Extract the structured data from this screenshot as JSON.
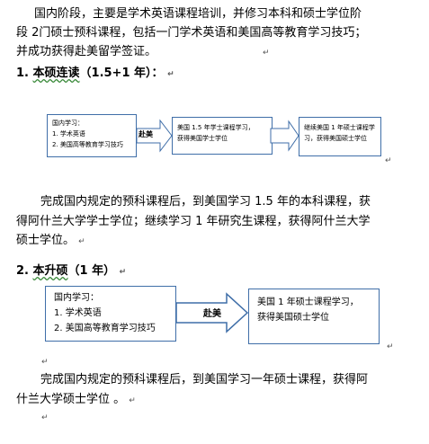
{
  "intro": {
    "line1": "国内阶段，主要是学术英语课程培训，并修习本科和硕士学位阶",
    "line2": "段 2门硕士预科课程，包括一门学术英语和美国高等教育学习技巧；",
    "line3": "并成功获得赴美留学签证。"
  },
  "section1": {
    "heading_num": "1.",
    "heading_text": "本硕连读",
    "heading_suffix": "（1.5+1 年）：",
    "box1": {
      "title": "国内学习：",
      "item1": "1. 学术英语",
      "item2": "2. 美国高等教育学习技巧"
    },
    "arrow1_label": "赴美",
    "box2": {
      "line1": "美国 1.5 年学士课程学习，",
      "line2": "获得美国学士学位"
    },
    "box3": {
      "line1": "继续美国 1 年硕士课程学",
      "line2": "习，获得美国硕士学位"
    },
    "para_line1": "完成国内规定的预科课程后，到美国学习 1.5 年的本科课程，获",
    "para_line2": "得阿什兰大学学士学位；继续学习 1 年研究生课程，获得阿什兰大学",
    "para_line3": "硕士学位。"
  },
  "section2": {
    "heading_num": "2.",
    "heading_text": "本升硕",
    "heading_suffix": "（1 年）",
    "box1": {
      "title": "国内学习：",
      "item1": "1. 学术英语",
      "item2": "2. 美国高等教育学习技巧"
    },
    "arrow_label": "赴美",
    "box2": {
      "line1": "美国 1 年硕士课程学习，",
      "line2": "获得美国硕士学位"
    },
    "para_line1": "完成国内规定的预科课程后，到美国学习一年硕士课程，获得阿",
    "para_line2": "什兰大学硕士学位 。"
  },
  "marks": {
    "para_mark": "↵"
  }
}
